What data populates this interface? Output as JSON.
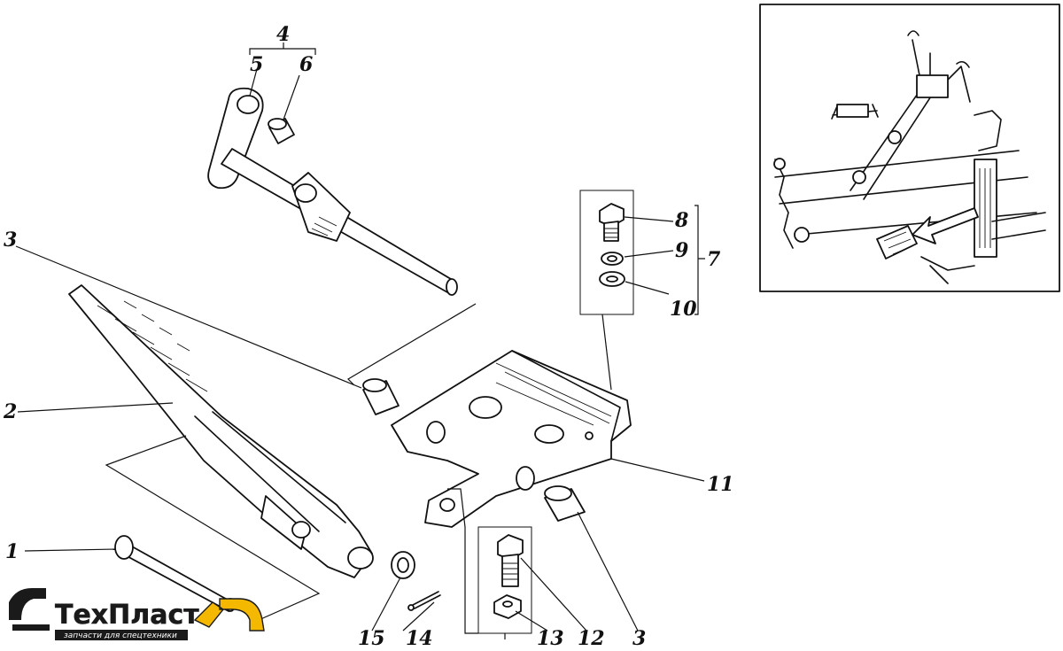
{
  "diagram": {
    "callouts": {
      "c1": "1",
      "c2": "2",
      "c3a": "3",
      "c3b": "3",
      "c4": "4",
      "c5": "5",
      "c6": "6",
      "c7": "7",
      "c8": "8",
      "c9": "9",
      "c10": "10",
      "c11": "11",
      "c12": "12",
      "c13": "13",
      "c14": "14",
      "c15": "15"
    }
  },
  "logo": {
    "name": "ТехПласт",
    "tagline": "запчасти для спецтехники",
    "colors": {
      "primary": "#1a1a1a",
      "accent": "#f5b800"
    }
  }
}
